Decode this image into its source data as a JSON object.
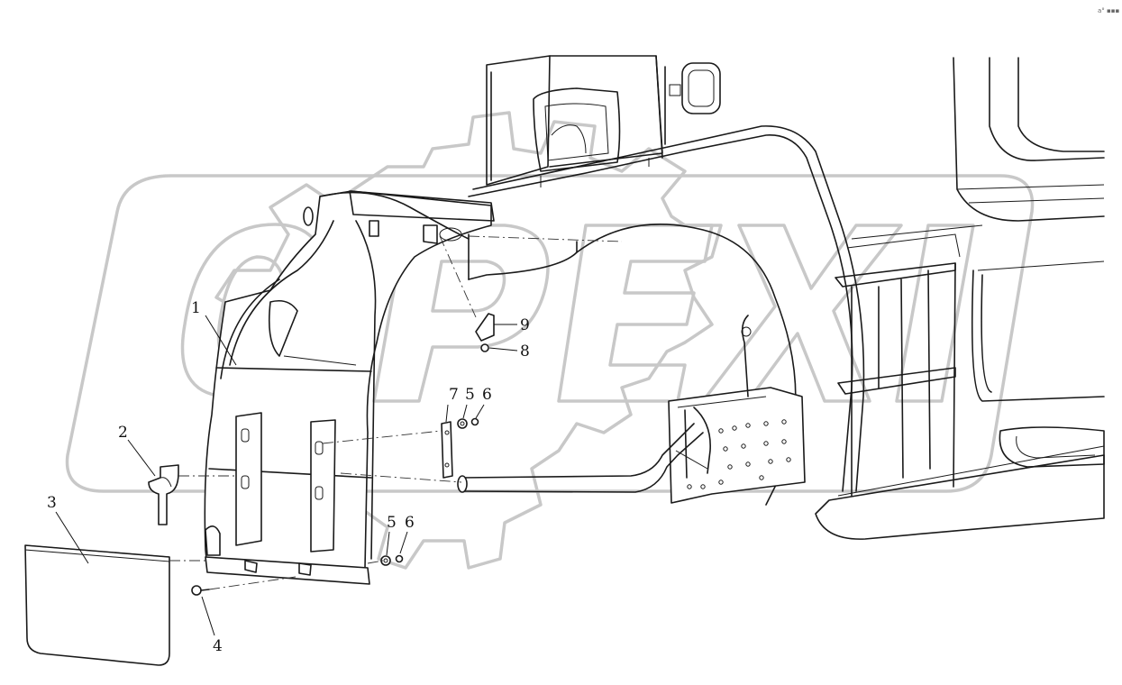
{
  "corner_mark": "a° ▪▪▪",
  "watermark": {
    "text": "OPEX",
    "color": "#c8c8c8"
  },
  "callouts": [
    {
      "id": "1",
      "label": "1"
    },
    {
      "id": "2",
      "label": "2"
    },
    {
      "id": "3",
      "label": "3"
    },
    {
      "id": "4",
      "label": "4"
    },
    {
      "id": "5a",
      "label": "5"
    },
    {
      "id": "6a",
      "label": "6"
    },
    {
      "id": "7",
      "label": "7"
    },
    {
      "id": "5b",
      "label": "5"
    },
    {
      "id": "6b",
      "label": "6"
    },
    {
      "id": "8",
      "label": "8"
    },
    {
      "id": "9",
      "label": "9"
    }
  ]
}
